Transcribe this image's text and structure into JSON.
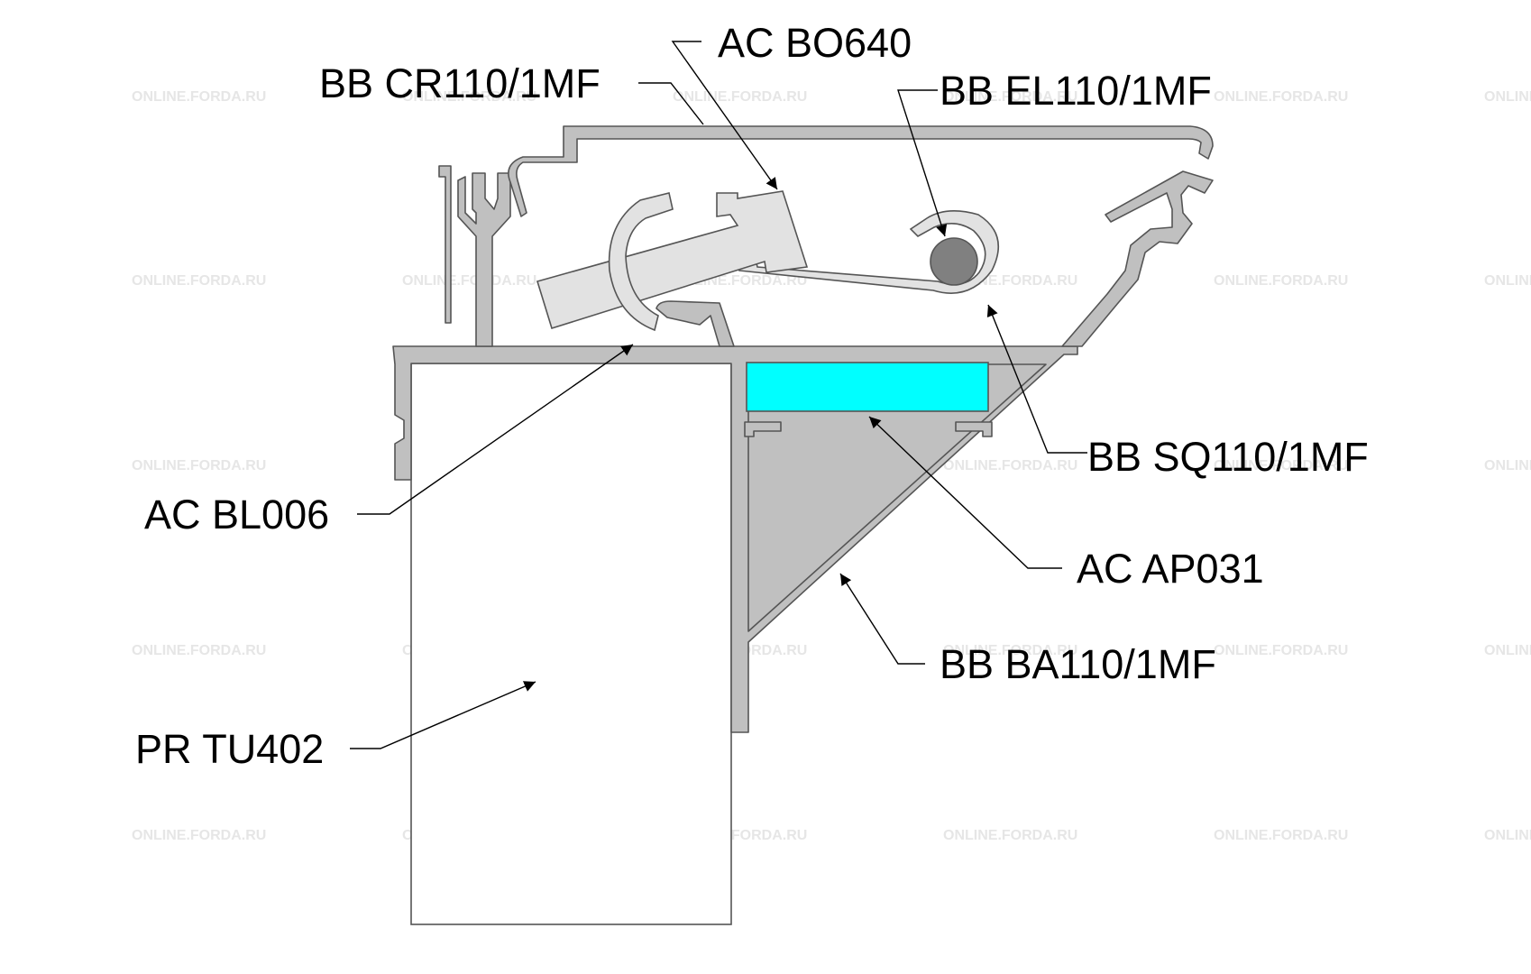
{
  "labels": {
    "ac_bo640": "AC BO640",
    "bb_cr110": "BB CR110/1MF",
    "bb_el110": "BB EL110/1MF",
    "ac_bl006": "AC BL006",
    "bb_sq110": "BB SQ110/1MF",
    "ac_ap031": "AC AP031",
    "bb_ba110": "BB BA110/1MF",
    "pr_tu402": "PR TU402"
  },
  "watermark": "ONLINE.FORDA.RU",
  "colors": {
    "profile_fill": "#c0c0c0",
    "light_part_fill": "#e2e2e2",
    "glazing_fill": "#00ffff",
    "line": "#555555",
    "watermark": "#e6e6e6"
  }
}
